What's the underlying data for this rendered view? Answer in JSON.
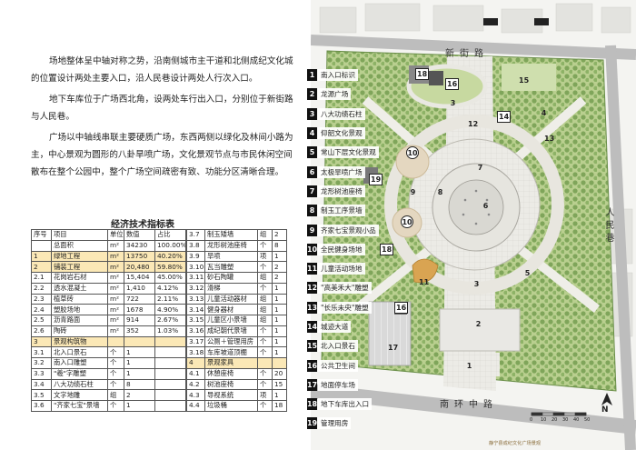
{
  "intro": [
    "场地整体呈中轴对称之势，沿南侧城市主干道和北侧成纪文化城的位置设计两处主要入口，沿人民巷设计两处人行次入口。",
    "地下车库位于广场西北角，设两处车行出入口，分别位于新街路与人民巷。",
    "广场以中轴线串联主要硬质广场，东西两侧以绿化及林间小路为主，中心景观为圆形的八卦旱喷广场，文化景观节点与市民休闲空间散布在整个公园中，整个广场空间疏密有致、功能分区清晰合理。"
  ],
  "table_title": "经济技术指标表",
  "table_a": [
    {
      "c": [
        "序号",
        "项目",
        "单位",
        "数值",
        "占比"
      ],
      "hl": false
    },
    {
      "c": [
        "",
        "总面积",
        "m²",
        "34230",
        "100.00%"
      ],
      "hl": false
    },
    {
      "c": [
        "1",
        "绿地工程",
        "m²",
        "13750",
        "40.20%"
      ],
      "hl": true
    },
    {
      "c": [
        "2",
        "铺装工程",
        "m²",
        "20,480",
        "59.80%"
      ],
      "hl": true
    },
    {
      "c": [
        "2.1",
        "花岗岩石材",
        "m²",
        "15,404",
        "45.00%"
      ],
      "hl": false
    },
    {
      "c": [
        "2.2",
        "透水混凝土",
        "m²",
        "1,410",
        "4.12%"
      ],
      "hl": false
    },
    {
      "c": [
        "2.3",
        "植草砖",
        "m²",
        "722",
        "2.11%"
      ],
      "hl": false
    },
    {
      "c": [
        "2.4",
        "塑胶场地",
        "m²",
        "1678",
        "4.90%"
      ],
      "hl": false
    },
    {
      "c": [
        "2.5",
        "沥青路面",
        "m²",
        "914",
        "2.67%"
      ],
      "hl": false
    },
    {
      "c": [
        "2.6",
        "陶砖",
        "m²",
        "352",
        "1.03%"
      ],
      "hl": false
    },
    {
      "c": [
        "3",
        "景观构筑物",
        "",
        "",
        ""
      ],
      "hl": true
    },
    {
      "c": [
        "3.1",
        "北入口景石",
        "个",
        "1",
        ""
      ],
      "hl": false
    },
    {
      "c": [
        "3.2",
        "南入口雕塑",
        "个",
        "1",
        ""
      ],
      "hl": false
    },
    {
      "c": [
        "3.3",
        "\"羲\"字雕塑",
        "个",
        "1",
        ""
      ],
      "hl": false
    },
    {
      "c": [
        "3.4",
        "八大功绩石柱",
        "个",
        "8",
        ""
      ],
      "hl": false
    },
    {
      "c": [
        "3.5",
        "文字地雕",
        "组",
        "2",
        ""
      ],
      "hl": false
    },
    {
      "c": [
        "3.6",
        "\"齐家七宝\"景墙",
        "个",
        "1",
        ""
      ],
      "hl": false
    }
  ],
  "table_b": [
    {
      "c": [
        "3.7",
        "制玉矮墙",
        "组",
        "2"
      ],
      "hl": false
    },
    {
      "c": [
        "3.8",
        "龙形树池座椅",
        "个",
        "8"
      ],
      "hl": false
    },
    {
      "c": [
        "3.9",
        "旱喷",
        "项",
        "1"
      ],
      "hl": false
    },
    {
      "c": [
        "3.10",
        "瓦当雕塑",
        "个",
        "2"
      ],
      "hl": false
    },
    {
      "c": [
        "3.11",
        "砂石陶罐",
        "组",
        "2"
      ],
      "hl": false
    },
    {
      "c": [
        "3.12",
        "滑梯",
        "个",
        "1"
      ],
      "hl": false
    },
    {
      "c": [
        "3.13",
        "儿童活动器材",
        "组",
        "1"
      ],
      "hl": false
    },
    {
      "c": [
        "3.14",
        "健身器材",
        "组",
        "1"
      ],
      "hl": false
    },
    {
      "c": [
        "3.15",
        "儿童区小景墙",
        "组",
        "1"
      ],
      "hl": false
    },
    {
      "c": [
        "3.16",
        "成纪朝代景墙",
        "个",
        "1"
      ],
      "hl": false
    },
    {
      "c": [
        "3.17",
        "公厕＋管理用房",
        "个",
        "1"
      ],
      "hl": false
    },
    {
      "c": [
        "3.18",
        "车库坡道顶棚",
        "个",
        "1"
      ],
      "hl": false
    },
    {
      "c": [
        "4",
        "景观家具",
        "",
        ""
      ],
      "hl": true
    },
    {
      "c": [
        "4.1",
        "休憩座椅",
        "个",
        "20"
      ],
      "hl": false
    },
    {
      "c": [
        "4.2",
        "树池座椅",
        "个",
        "15"
      ],
      "hl": false
    },
    {
      "c": [
        "4.3",
        "导视系统",
        "项",
        "1"
      ],
      "hl": false
    },
    {
      "c": [
        "4.4",
        "垃圾桶",
        "个",
        "18"
      ],
      "hl": false
    }
  ],
  "legend": [
    {
      "n": "1",
      "label": "南入口标识"
    },
    {
      "n": "2",
      "label": "龙源广场"
    },
    {
      "n": "3",
      "label": "八大功绩石柱"
    },
    {
      "n": "4",
      "label": "仰韶文化景观"
    },
    {
      "n": "5",
      "label": "常山下层文化景观"
    },
    {
      "n": "6",
      "label": "太极旱喷广场"
    },
    {
      "n": "7",
      "label": "龙形树池座椅"
    },
    {
      "n": "8",
      "label": "制玉工序景墙"
    },
    {
      "n": "9",
      "label": "齐家七宝景观小品"
    },
    {
      "n": "10",
      "label": "全民健身场地"
    },
    {
      "n": "11",
      "label": "儿童活动场地"
    },
    {
      "n": "12",
      "label": "\"高美禾大\"雕塑"
    },
    {
      "n": "13",
      "label": "\"长乐未央\"雕塑"
    },
    {
      "n": "14",
      "label": "城迹大道"
    },
    {
      "n": "15",
      "label": "北入口景石"
    },
    {
      "n": "16",
      "label": "公共卫生间"
    },
    {
      "n": "17",
      "label": "地面停车场"
    },
    {
      "n": "18",
      "label": "地下车库出入口"
    },
    {
      "n": "19",
      "label": "管理用房"
    }
  ],
  "roads": {
    "north": "新街路",
    "south": "南环中路",
    "east": "人民巷"
  },
  "map_badges": [
    {
      "t": "18"
    },
    {
      "t": "16"
    },
    {
      "t": "15"
    },
    {
      "t": "3"
    },
    {
      "t": "12"
    },
    {
      "t": "14"
    },
    {
      "t": "4"
    },
    {
      "t": "13"
    },
    {
      "t": "10"
    },
    {
      "t": "7"
    },
    {
      "t": "19"
    },
    {
      "t": "9"
    },
    {
      "t": "8"
    },
    {
      "t": "6"
    },
    {
      "t": "10"
    },
    {
      "t": "18"
    },
    {
      "t": "11"
    },
    {
      "t": "3"
    },
    {
      "t": "5"
    },
    {
      "t": "16"
    },
    {
      "t": "2"
    },
    {
      "t": "17"
    },
    {
      "t": "1"
    }
  ],
  "north_arrow": "N",
  "scale_ticks": [
    "0",
    "10",
    "20",
    "30",
    "40",
    "50"
  ],
  "footer": "静宁县成纪文化广场景观"
}
